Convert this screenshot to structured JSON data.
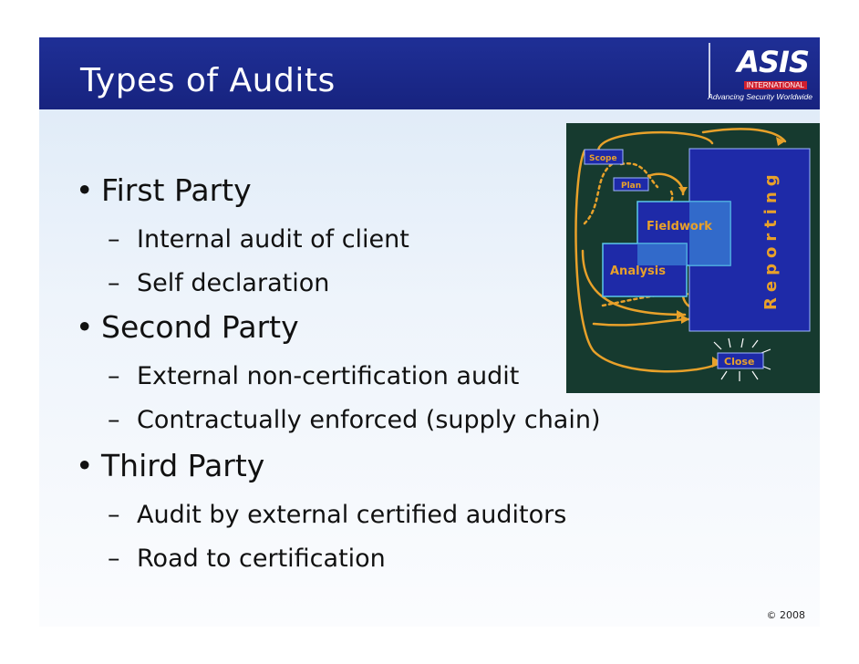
{
  "slide": {
    "title": "Types of Audits",
    "logo": {
      "brand": "ASIS",
      "sub": "INTERNATIONAL",
      "tagline": "Advancing Security Worldwide"
    },
    "bullets": [
      {
        "text": "First Party",
        "subs": [
          "Internal audit of client",
          "Self declaration"
        ]
      },
      {
        "text": "Second Party",
        "subs": [
          "External non-certification audit",
          "Contractually enforced (supply chain)"
        ]
      },
      {
        "text": "Third Party",
        "subs": [
          "Audit by external certified auditors",
          "Road to certification"
        ]
      }
    ],
    "bullet_glyph": "•",
    "dash_glyph": "–",
    "copyright": "© 2008"
  },
  "diagram": {
    "labels": {
      "scope": "Scope",
      "plan": "Plan",
      "fieldwork": "Fieldwork",
      "analysis": "Analysis",
      "reporting": "Reporting",
      "close": "Close"
    },
    "colors": {
      "background": "#163a2f",
      "box": "#1e2aa8",
      "highlight": "#5bc8e8",
      "arrow": "#e8a12a"
    }
  }
}
